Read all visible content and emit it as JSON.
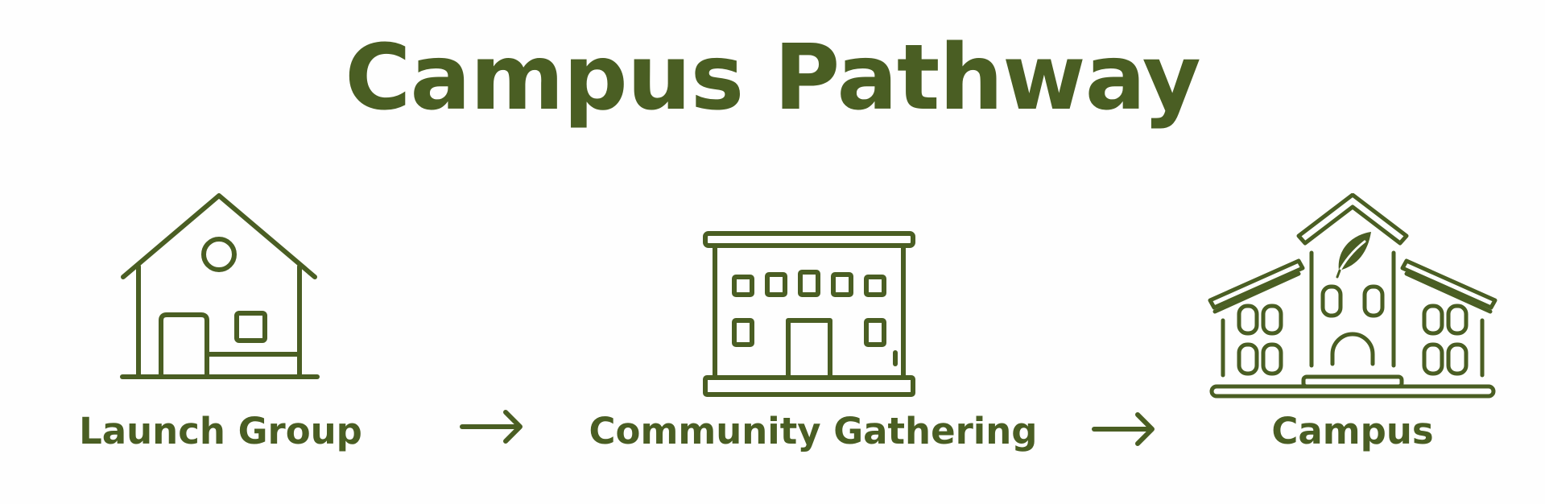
{
  "title": "Campus Pathway",
  "stages": [
    {
      "label": "Launch Group",
      "icon": "house-icon"
    },
    {
      "label": "Community Gathering",
      "icon": "building-icon"
    },
    {
      "label": "Campus",
      "icon": "campus-building-icon"
    }
  ],
  "connectors": [
    "right-arrow-icon",
    "right-arrow-icon"
  ],
  "colors": {
    "primary": "#4a5e23",
    "background": "#fefefe"
  }
}
